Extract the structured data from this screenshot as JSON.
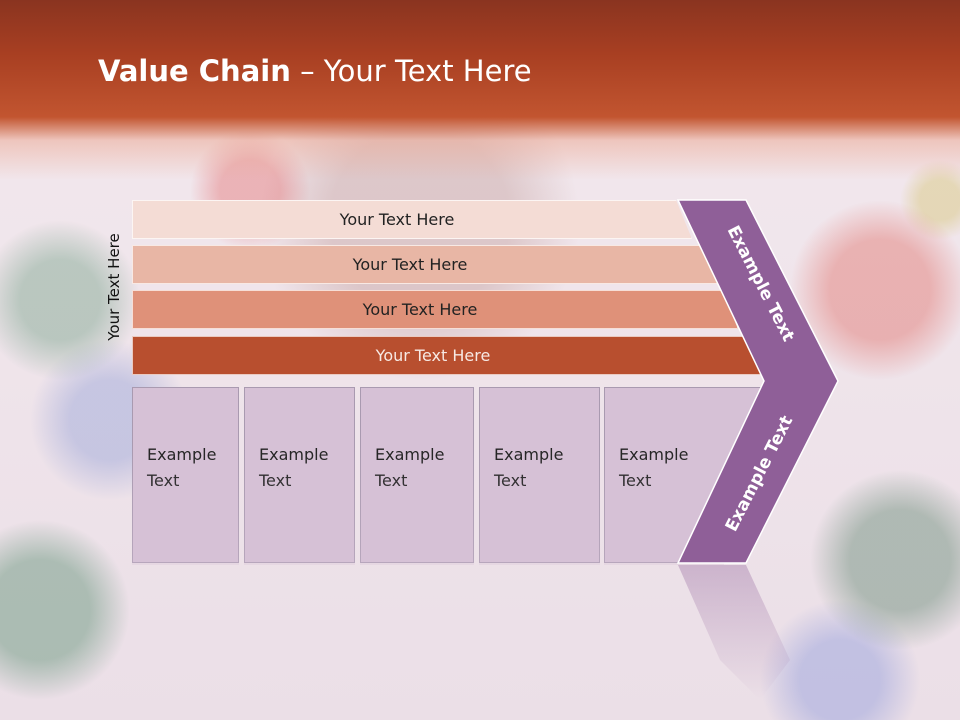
{
  "title": {
    "bold": "Value Chain",
    "rest": " – Your Text Here"
  },
  "side_label": "Your Text Here",
  "bars": [
    {
      "label": "Your Text Here"
    },
    {
      "label": "Your Text Here"
    },
    {
      "label": "Your Text Here"
    },
    {
      "label": "Your Text Here"
    }
  ],
  "boxes": [
    {
      "line1": "Example",
      "line2": "Text"
    },
    {
      "line1": "Example",
      "line2": "Text"
    },
    {
      "line1": "Example",
      "line2": "Text"
    },
    {
      "line1": "Example",
      "line2": "Text"
    },
    {
      "line1": "Example",
      "line2": "Text"
    }
  ],
  "chevron": {
    "upper": "Example Text",
    "lower": "Example Text"
  },
  "colors": {
    "header": "#b84f2f",
    "bar1": "#f4dcd5",
    "bar2": "#e8b6a5",
    "bar3": "#df9179",
    "bar4": "#b84f2f",
    "box": "#d6c1d6",
    "chevron": "#8f5f98"
  }
}
